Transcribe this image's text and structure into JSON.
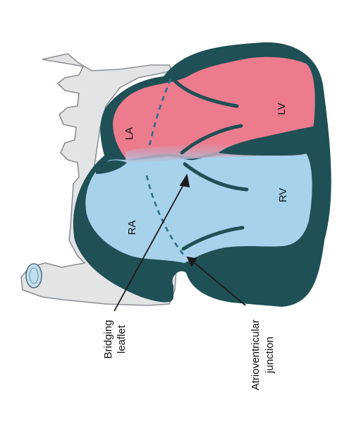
{
  "diagram": {
    "chambers": {
      "la": "LA",
      "lv": "LV",
      "ra": "RA",
      "rv": "RV"
    },
    "callouts": {
      "bridging_line1": "Bridging",
      "bridging_line2": "leaflet",
      "av_line1": "Atrioventricular",
      "av_line2": "junction"
    },
    "colors": {
      "left_heart": "#ec7b8e",
      "right_heart": "#a7d2ec",
      "myocardium": "#1f5055",
      "vessel_background": "#e3e4e6",
      "vessel_outline": "#8c9096",
      "junction_dashes": "#2c6e8a"
    }
  }
}
